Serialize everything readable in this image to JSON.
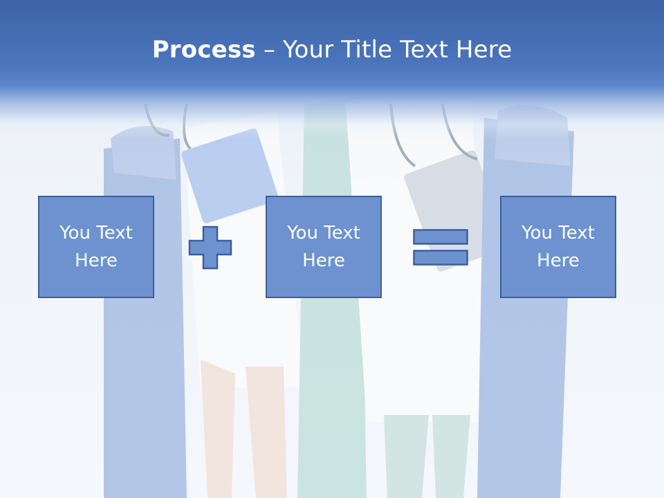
{
  "slide": {
    "title_bold": "Process",
    "title_rest": " – Your Title Text Here"
  },
  "boxes": [
    {
      "text": "You Text Here"
    },
    {
      "text": "You Text Here"
    },
    {
      "text": "You Text Here"
    }
  ],
  "operators": {
    "first": "plus-icon",
    "second": "equals-icon"
  },
  "colors": {
    "header": "#4a74bb",
    "box_fill": "#6d92cf",
    "box_border": "#3c5f99",
    "text": "#ffffff"
  }
}
